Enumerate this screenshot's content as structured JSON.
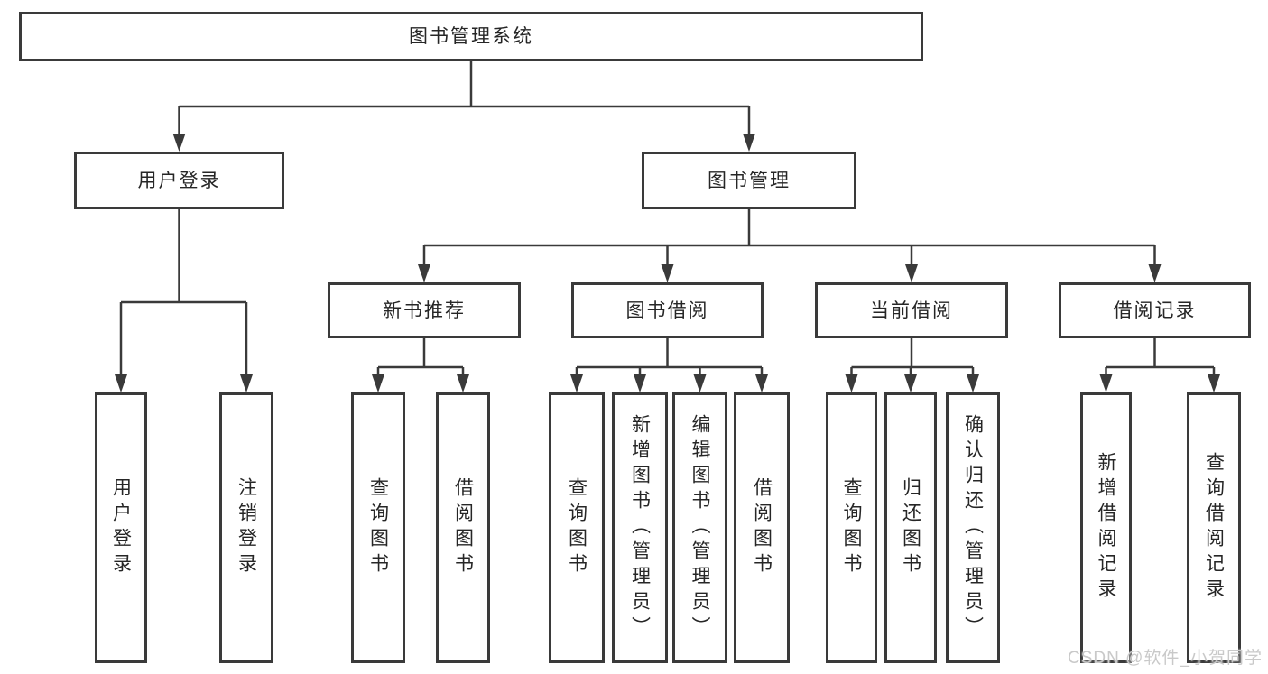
{
  "diagram": {
    "root": {
      "label": "图书管理系统"
    },
    "branches": [
      {
        "label": "用户登录",
        "children": [
          {
            "label": "用户登录"
          },
          {
            "label": "注销登录"
          }
        ]
      },
      {
        "label": "图书管理",
        "children": [
          {
            "label": "新书推荐",
            "children": [
              {
                "label": "查询图书"
              },
              {
                "label": "借阅图书"
              }
            ]
          },
          {
            "label": "图书借阅",
            "children": [
              {
                "label": "查询图书"
              },
              {
                "label": "新增图书（管理员）"
              },
              {
                "label": "编辑图书（管理员）"
              },
              {
                "label": "借阅图书"
              }
            ]
          },
          {
            "label": "当前借阅",
            "children": [
              {
                "label": "查询图书"
              },
              {
                "label": "归还图书"
              },
              {
                "label": "确认归还（管理员）"
              }
            ]
          },
          {
            "label": "借阅记录",
            "children": [
              {
                "label": "新增借阅记录"
              },
              {
                "label": "查询借阅记录"
              }
            ]
          }
        ]
      }
    ]
  },
  "watermark": "CSDN @软件_小贺同学",
  "colors": {
    "line": "#3a3a3a",
    "box_border": "#3a3a3a",
    "text": "#262626",
    "watermark": "#c9c9c9",
    "background": "#ffffff"
  }
}
